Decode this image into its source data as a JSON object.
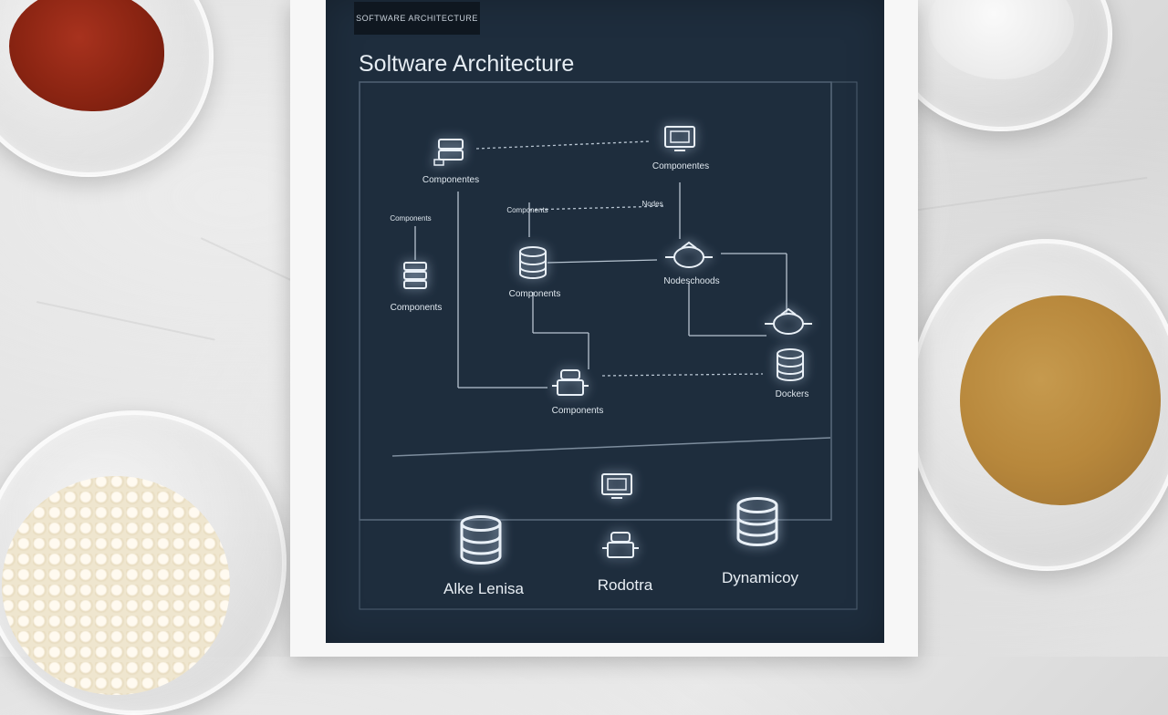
{
  "card": {
    "badge": "Software Architecture",
    "title": "Soltware Architecture"
  },
  "diagram": {
    "nodes": [
      {
        "label": "Componentes",
        "icon": "server-icon"
      },
      {
        "label": "Componentes",
        "icon": "monitor-icon"
      },
      {
        "label": "Components",
        "icon": "stack-icon"
      },
      {
        "label": "Components",
        "icon": "database-icon"
      },
      {
        "label": "Nodeschoods",
        "icon": "cloud-node-icon"
      },
      {
        "label": "Components",
        "icon": "robot-icon"
      },
      {
        "label": "Dockers",
        "icon": "database-icon"
      }
    ],
    "small_labels": [
      "Components",
      "Components",
      "Nodes"
    ],
    "bottom": [
      {
        "label": "Alke Lenisa",
        "icon": "database-icon"
      },
      {
        "label": "Rodotra",
        "icon": "robot-icon"
      },
      {
        "label": "Dynamicoy",
        "icon": "database-icon"
      }
    ]
  },
  "colors": {
    "panel": "#1e2d3d",
    "line": "#c8d3de",
    "text": "#e6edf3"
  }
}
